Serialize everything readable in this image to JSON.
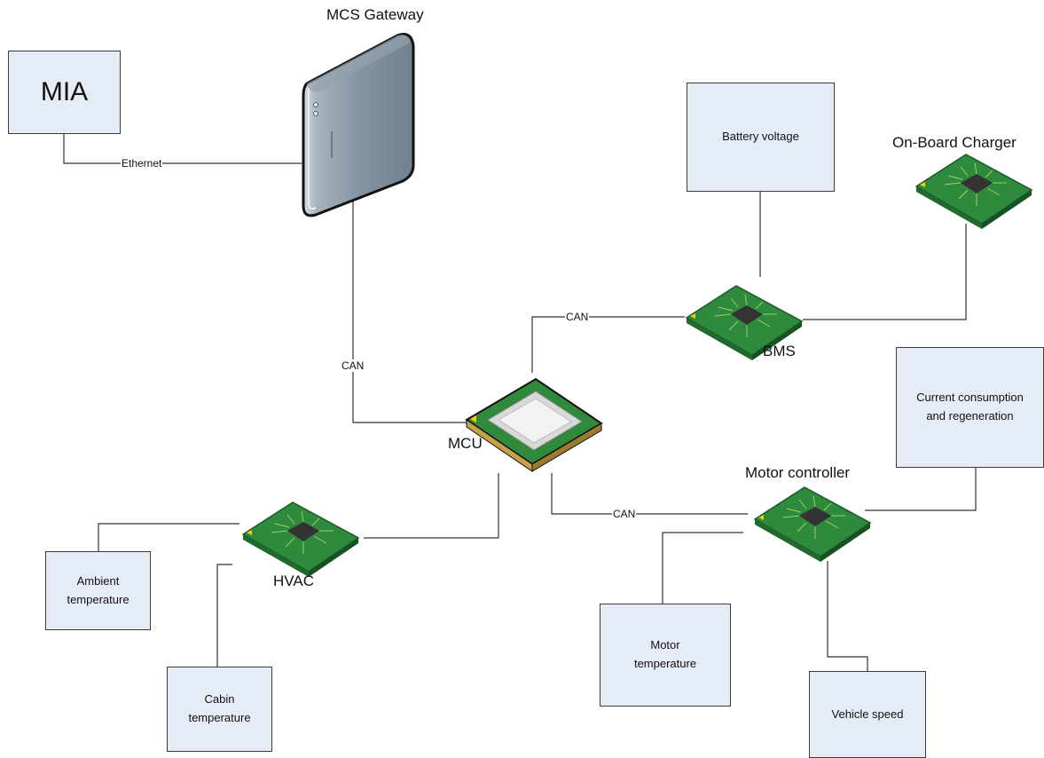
{
  "nodes": {
    "mia": "MIA",
    "gateway": "MCS Gateway",
    "mcu": "MCU",
    "bms": "BMS",
    "charger": "On-Board Charger",
    "hvac": "HVAC",
    "motor_controller": "Motor controller",
    "battery_voltage": "Battery voltage",
    "current": "Current consumption\nand regeneration",
    "ambient": "Ambient\ntemperature",
    "cabin": "Cabin\ntemperature",
    "motor_temp": "Motor\ntemperature",
    "vehicle_speed": "Vehicle speed"
  },
  "edges": {
    "ethernet": "Ethernet",
    "can_gateway": "CAN",
    "can_bms": "CAN",
    "can_motor": "CAN"
  },
  "colors": {
    "box_fill": "#e6ecf5",
    "pcb_green": "#2e8b3d",
    "gateway_body": "#8a9aa6"
  }
}
